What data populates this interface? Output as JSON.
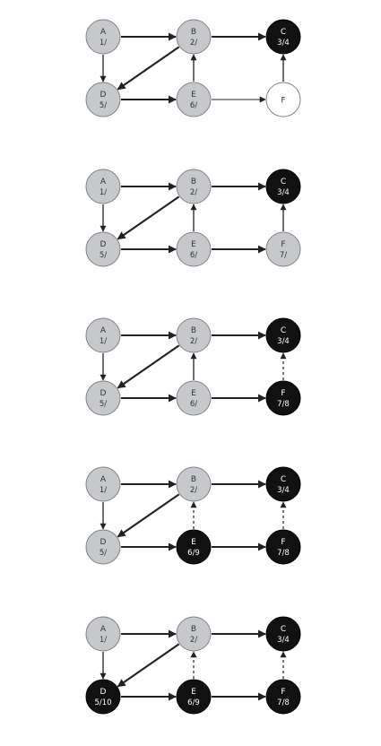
{
  "colors": {
    "gray_fill": "#c6c8cb",
    "gray_stroke": "#7f8286",
    "black_fill": "#111111",
    "white_fill": "#ffffff",
    "edge": "#222222"
  },
  "diagrams": [
    {
      "nodes": [
        {
          "id": "A",
          "label": "A",
          "time": "1/",
          "state": "gray"
        },
        {
          "id": "B",
          "label": "B",
          "time": "2/",
          "state": "gray"
        },
        {
          "id": "C",
          "label": "C",
          "time": "3/4",
          "state": "black"
        },
        {
          "id": "D",
          "label": "D",
          "time": "5/",
          "state": "gray"
        },
        {
          "id": "E",
          "label": "E",
          "time": "6/",
          "state": "gray"
        },
        {
          "id": "F",
          "label": "F",
          "time": "",
          "state": "white"
        }
      ],
      "edges": [
        {
          "from": "A",
          "to": "B",
          "style": "tree"
        },
        {
          "from": "A",
          "to": "D",
          "style": "normal"
        },
        {
          "from": "B",
          "to": "C",
          "style": "tree"
        },
        {
          "from": "B",
          "to": "D",
          "style": "tree"
        },
        {
          "from": "D",
          "to": "E",
          "style": "tree"
        },
        {
          "from": "E",
          "to": "B",
          "style": "normal"
        },
        {
          "from": "E",
          "to": "F",
          "style": "thin"
        },
        {
          "from": "F",
          "to": "C",
          "style": "normal"
        }
      ]
    },
    {
      "nodes": [
        {
          "id": "A",
          "label": "A",
          "time": "1/",
          "state": "gray"
        },
        {
          "id": "B",
          "label": "B",
          "time": "2/",
          "state": "gray"
        },
        {
          "id": "C",
          "label": "C",
          "time": "3/4",
          "state": "black"
        },
        {
          "id": "D",
          "label": "D",
          "time": "5/",
          "state": "gray"
        },
        {
          "id": "E",
          "label": "E",
          "time": "6/",
          "state": "gray"
        },
        {
          "id": "F",
          "label": "F",
          "time": "7/",
          "state": "gray"
        }
      ],
      "edges": [
        {
          "from": "A",
          "to": "B",
          "style": "tree"
        },
        {
          "from": "A",
          "to": "D",
          "style": "normal"
        },
        {
          "from": "B",
          "to": "C",
          "style": "tree"
        },
        {
          "from": "B",
          "to": "D",
          "style": "tree"
        },
        {
          "from": "D",
          "to": "E",
          "style": "tree"
        },
        {
          "from": "E",
          "to": "B",
          "style": "normal"
        },
        {
          "from": "E",
          "to": "F",
          "style": "tree"
        },
        {
          "from": "F",
          "to": "C",
          "style": "normal"
        }
      ]
    },
    {
      "nodes": [
        {
          "id": "A",
          "label": "A",
          "time": "1/",
          "state": "gray"
        },
        {
          "id": "B",
          "label": "B",
          "time": "2/",
          "state": "gray"
        },
        {
          "id": "C",
          "label": "C",
          "time": "3/4",
          "state": "black"
        },
        {
          "id": "D",
          "label": "D",
          "time": "5/",
          "state": "gray"
        },
        {
          "id": "E",
          "label": "E",
          "time": "6/",
          "state": "gray"
        },
        {
          "id": "F",
          "label": "F",
          "time": "7/8",
          "state": "black"
        }
      ],
      "edges": [
        {
          "from": "A",
          "to": "B",
          "style": "tree"
        },
        {
          "from": "A",
          "to": "D",
          "style": "normal"
        },
        {
          "from": "B",
          "to": "C",
          "style": "tree"
        },
        {
          "from": "B",
          "to": "D",
          "style": "tree"
        },
        {
          "from": "D",
          "to": "E",
          "style": "tree"
        },
        {
          "from": "E",
          "to": "B",
          "style": "normal"
        },
        {
          "from": "E",
          "to": "F",
          "style": "tree"
        },
        {
          "from": "F",
          "to": "C",
          "style": "dashed"
        }
      ]
    },
    {
      "nodes": [
        {
          "id": "A",
          "label": "A",
          "time": "1/",
          "state": "gray"
        },
        {
          "id": "B",
          "label": "B",
          "time": "2/",
          "state": "gray"
        },
        {
          "id": "C",
          "label": "C",
          "time": "3/4",
          "state": "black"
        },
        {
          "id": "D",
          "label": "D",
          "time": "5/",
          "state": "gray"
        },
        {
          "id": "E",
          "label": "E",
          "time": "6/9",
          "state": "black"
        },
        {
          "id": "F",
          "label": "F",
          "time": "7/8",
          "state": "black"
        }
      ],
      "edges": [
        {
          "from": "A",
          "to": "B",
          "style": "tree"
        },
        {
          "from": "A",
          "to": "D",
          "style": "normal"
        },
        {
          "from": "B",
          "to": "C",
          "style": "tree"
        },
        {
          "from": "B",
          "to": "D",
          "style": "tree"
        },
        {
          "from": "D",
          "to": "E",
          "style": "tree"
        },
        {
          "from": "E",
          "to": "B",
          "style": "dashed"
        },
        {
          "from": "E",
          "to": "F",
          "style": "tree"
        },
        {
          "from": "F",
          "to": "C",
          "style": "dashed"
        }
      ]
    },
    {
      "nodes": [
        {
          "id": "A",
          "label": "A",
          "time": "1/",
          "state": "gray"
        },
        {
          "id": "B",
          "label": "B",
          "time": "2/",
          "state": "gray"
        },
        {
          "id": "C",
          "label": "C",
          "time": "3/4",
          "state": "black"
        },
        {
          "id": "D",
          "label": "D",
          "time": "5/10",
          "state": "black"
        },
        {
          "id": "E",
          "label": "E",
          "time": "6/9",
          "state": "black"
        },
        {
          "id": "F",
          "label": "F",
          "time": "7/8",
          "state": "black"
        }
      ],
      "edges": [
        {
          "from": "A",
          "to": "B",
          "style": "tree"
        },
        {
          "from": "A",
          "to": "D",
          "style": "normal"
        },
        {
          "from": "B",
          "to": "C",
          "style": "tree"
        },
        {
          "from": "B",
          "to": "D",
          "style": "tree"
        },
        {
          "from": "D",
          "to": "E",
          "style": "tree"
        },
        {
          "from": "E",
          "to": "B",
          "style": "dashed"
        },
        {
          "from": "E",
          "to": "F",
          "style": "tree"
        },
        {
          "from": "F",
          "to": "C",
          "style": "dashed"
        }
      ]
    }
  ]
}
